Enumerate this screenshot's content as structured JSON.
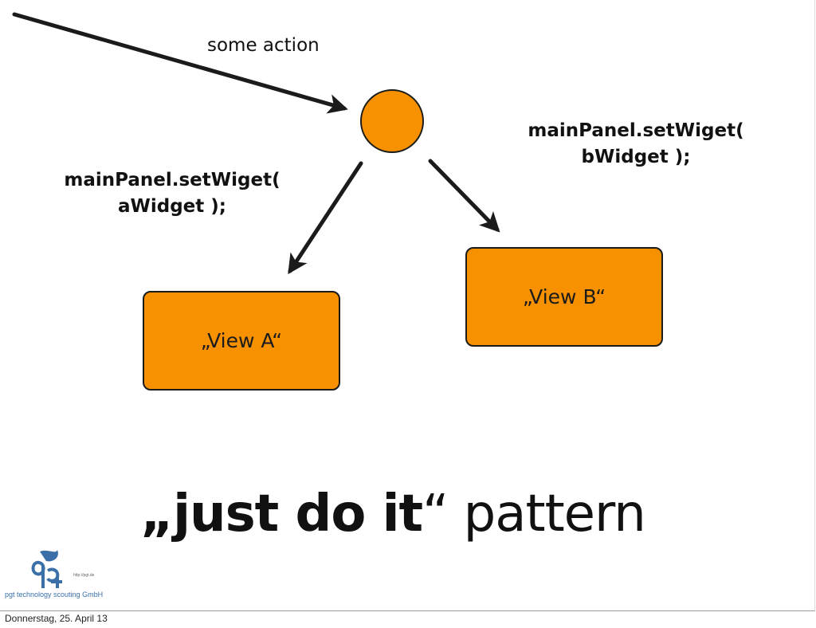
{
  "slide": {
    "action_label": "some action",
    "code_a_line1": "mainPanel.setWiget(",
    "code_a_line2": "aWidget );",
    "code_b_line1": "mainPanel.setWiget(",
    "code_b_line2": "bWidget );",
    "view_a_label": "„View A“",
    "view_b_label": "„View B“",
    "title_open_quote": "„",
    "title_bold": "just do it",
    "title_close_quote": "“",
    "title_rest": " pattern"
  },
  "logo": {
    "text": "pgt technology scouting GmbH",
    "url": "http://pgt.de"
  },
  "footer": {
    "date": "Donnerstag, 25. April 13"
  },
  "colors": {
    "node_fill": "#f79100",
    "stroke": "#1b1b1b",
    "logo_blue": "#3a6fa8"
  }
}
